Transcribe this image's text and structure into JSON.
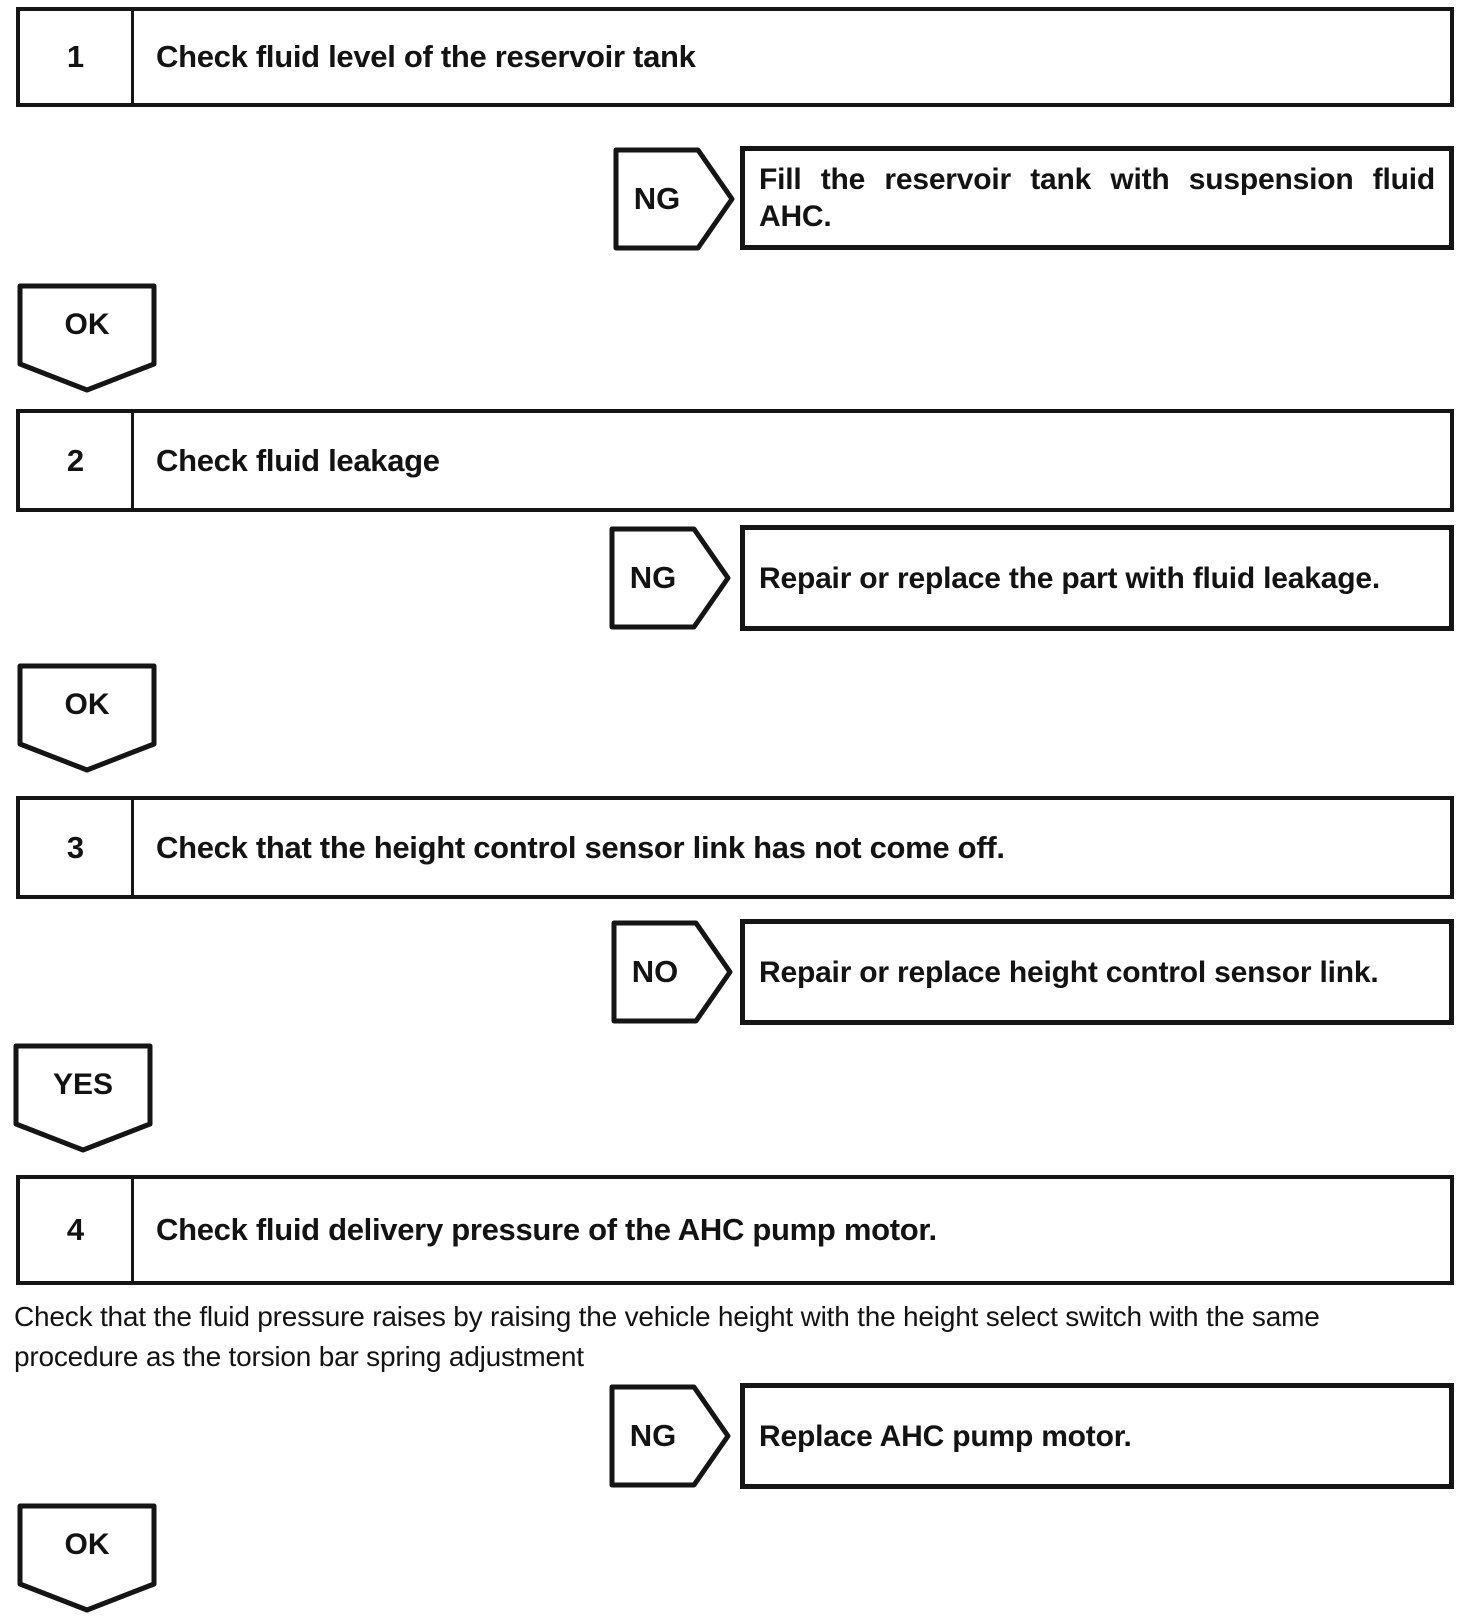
{
  "page": {
    "background": "#ffffff",
    "ink": "#151515"
  },
  "flow": {
    "steps": [
      {
        "number": "1",
        "title": "Check fluid level of the reservoir tank",
        "branch": {
          "label": "NG",
          "action": "Fill the reservoir tank with suspension fluid AHC."
        },
        "next_label": "OK"
      },
      {
        "number": "2",
        "title": "Check fluid leakage",
        "branch": {
          "label": "NG",
          "action": "Repair or replace the part with fluid leakage."
        },
        "next_label": "OK"
      },
      {
        "number": "3",
        "title": "Check that the height control sensor link has not come off.",
        "branch": {
          "label": "NO",
          "action": "Repair or replace height control sensor link."
        },
        "next_label": "YES"
      },
      {
        "number": "4",
        "title": "Check fluid delivery pressure of the AHC pump motor.",
        "description_lines": [
          "Check that the fluid pressure raises by raising the vehicle height with the height select switch with the same",
          "procedure as the torsion bar spring adjustment"
        ],
        "branch": {
          "label": "NG",
          "action": "Replace AHC pump motor."
        },
        "next_label": "OK"
      }
    ]
  }
}
